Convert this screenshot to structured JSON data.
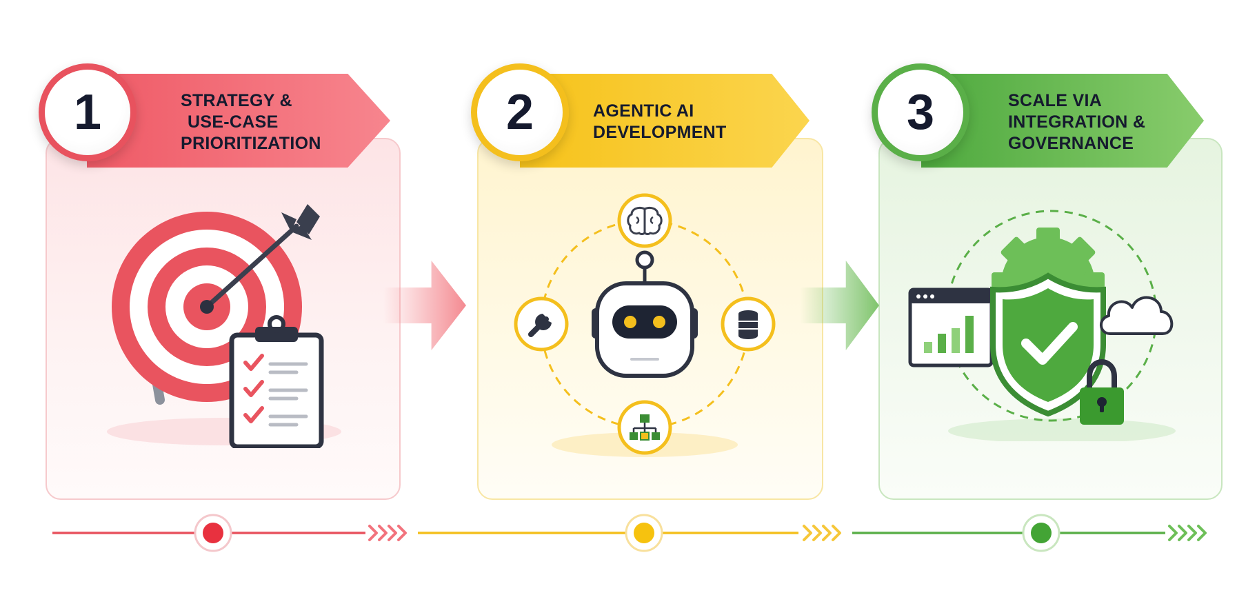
{
  "steps": [
    {
      "number": "1",
      "title_lines": [
        "STRATEGY &",
        "USE-CASE",
        "PRIORITIZATION"
      ],
      "color": "#e8525e"
    },
    {
      "number": "2",
      "title_lines": [
        "AGENTIC AI",
        "DEVELOPMENT"
      ],
      "color": "#f4bf1d"
    },
    {
      "number": "3",
      "title_lines": [
        "SCALE VIA",
        "INTEGRATION &",
        "GOVERNANCE"
      ],
      "color": "#5aaf48"
    }
  ],
  "icons": {
    "step1": [
      "target-icon",
      "arrow-icon",
      "clipboard-checklist-icon"
    ],
    "step2": [
      "robot-icon",
      "brain-icon",
      "wrench-icon",
      "database-icon",
      "network-icon"
    ],
    "step3": [
      "dashboard-chart-icon",
      "gear-icon",
      "shield-check-icon",
      "cloud-icon",
      "padlock-icon"
    ]
  }
}
